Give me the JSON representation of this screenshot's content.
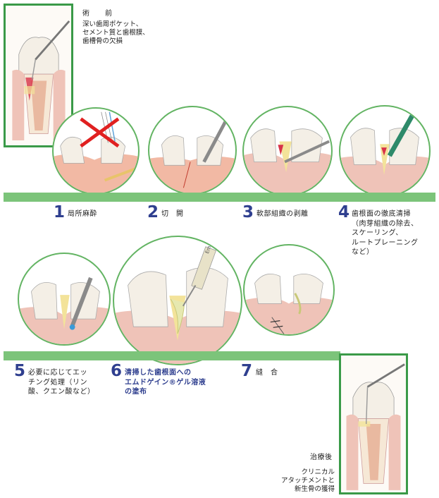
{
  "before": {
    "title": "術　前",
    "description": "深い歯周ポケット、\nセメント質と歯根膜、\n歯槽骨の欠損"
  },
  "after": {
    "title": "治療後",
    "description": "クリニカル\nアタッチメントと\n新生骨の獲得"
  },
  "steps": [
    {
      "number": "1",
      "label": "局所麻酔"
    },
    {
      "number": "2",
      "label": "切　開"
    },
    {
      "number": "3",
      "label": "軟部組織の剥離"
    },
    {
      "number": "4",
      "label": "歯根面の徹底清掃\n（肉芽組織の除去、\nスケーリング、\nルートプレーニング\nなど）"
    },
    {
      "number": "5",
      "label": "必要に応じてエッ\nチング処理（リン\n酸、クエン酸など）"
    },
    {
      "number": "6",
      "label": "清掃した歯根面への\nエムドゲイン®ゲル溶液\nの塗布"
    },
    {
      "number": "7",
      "label": "縫　合"
    }
  ],
  "syringe_text": "Emdogain",
  "colors": {
    "accent_green": "#63b463",
    "bar_green": "#7cc47a",
    "step_blue": "#2f3f8f",
    "cross_red": "#e02020"
  }
}
